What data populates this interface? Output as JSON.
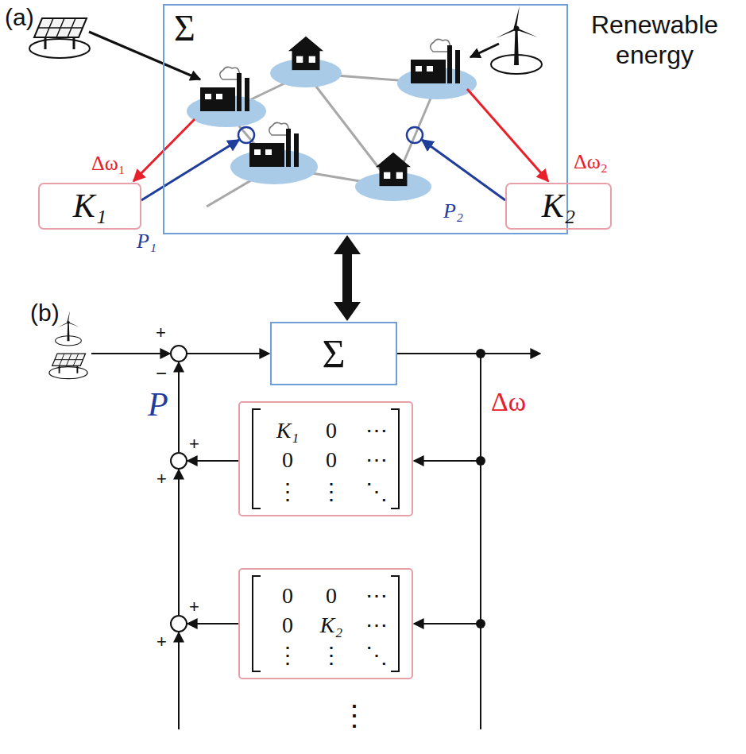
{
  "diagram": {
    "nodes": [
      {
        "text": [
          "Σ"
        ]
      },
      {
        "text": [
          "K₁"
        ]
      },
      {
        "text": [
          "K₂"
        ]
      },
      {
        "text": [
          "Σ"
        ]
      },
      {
        "text": [
          "K₁",
          "0",
          "⋯",
          "0",
          "0",
          "⋯",
          "⋮",
          "⋮",
          "⋱"
        ]
      },
      {
        "text": [
          "0",
          "0",
          "⋯",
          "0",
          "K₂",
          "⋯",
          "⋮",
          "⋮",
          "⋱"
        ]
      }
    ],
    "edges": [
      {
        "from": 0,
        "to": 3,
        "arrow": "both"
      }
    ],
    "labels": [
      "(a)",
      "Renewable energy",
      "Δω₁",
      "P₁",
      "Δω₂",
      "P₂",
      "(b)",
      "+",
      "−",
      "P",
      "Δω",
      "+",
      "+",
      "+",
      "+",
      "⋮"
    ]
  }
}
